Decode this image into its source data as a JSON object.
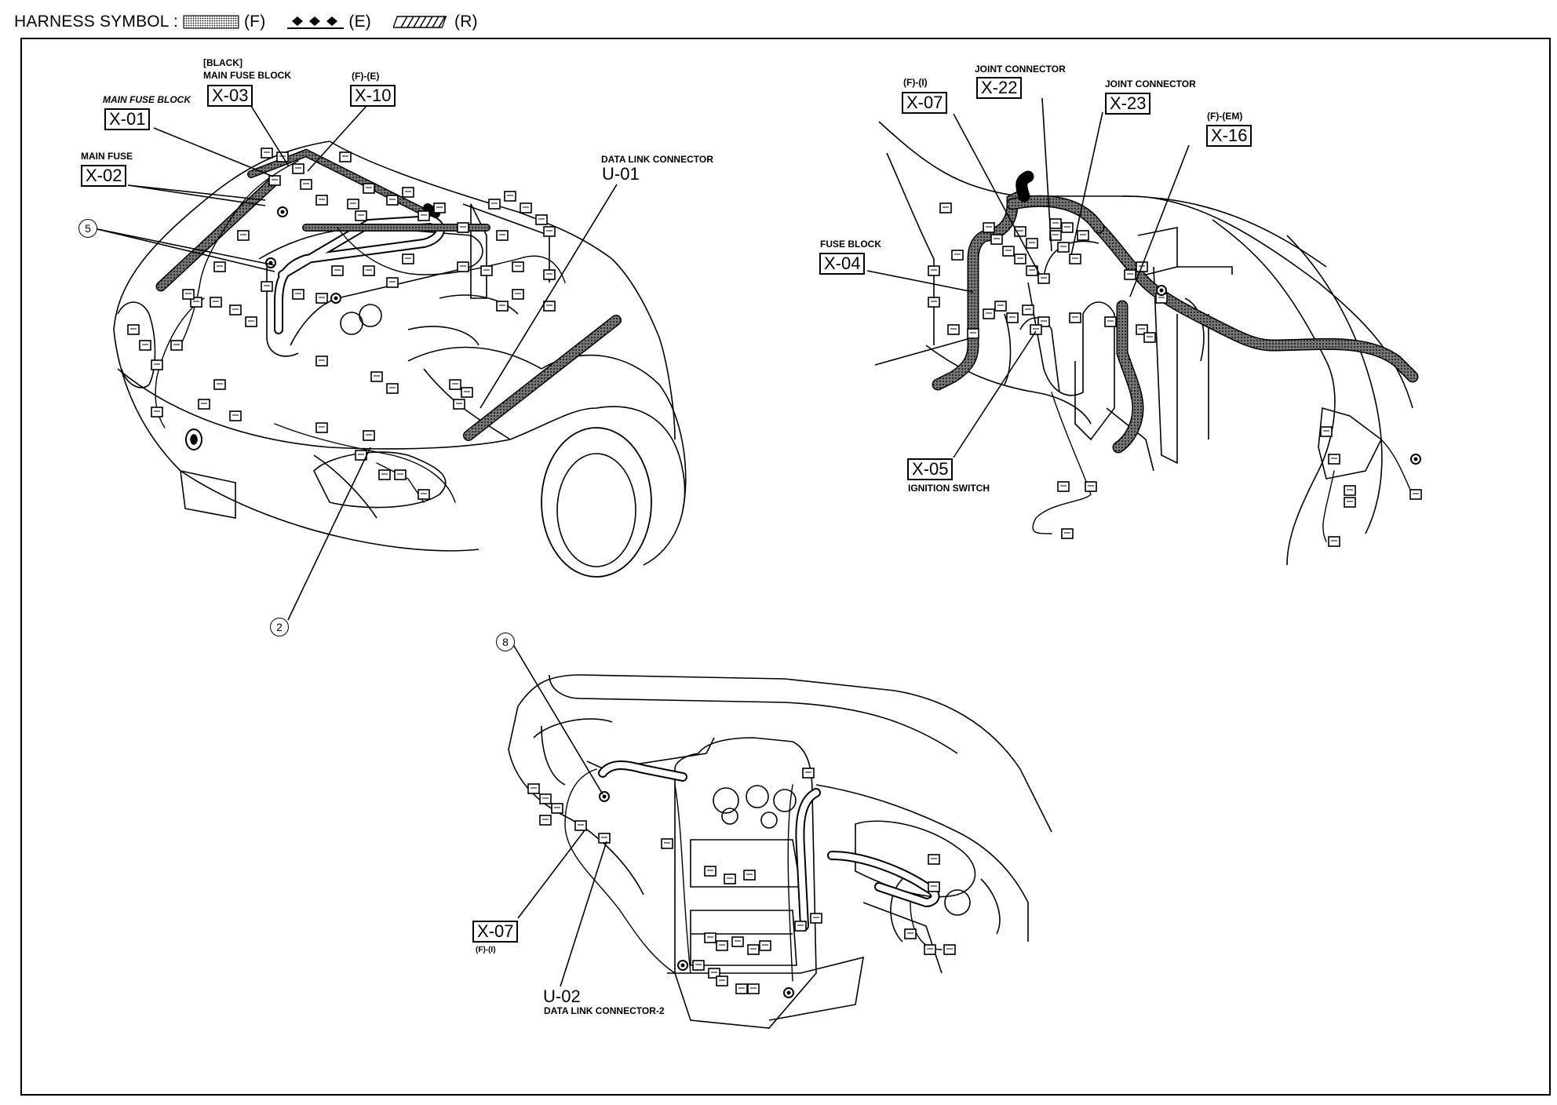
{
  "legend": {
    "title": "HARNESS SYMBOL :",
    "f_code": "(F)",
    "e_code": "(E)",
    "r_code": "(R)"
  },
  "front_view": {
    "x01": {
      "title": "MAIN FUSE BLOCK",
      "code": "X-01"
    },
    "x02": {
      "title": "MAIN FUSE",
      "code": "X-02"
    },
    "x03": {
      "title1": "[BLACK]",
      "title2": "MAIN FUSE BLOCK",
      "code": "X-03"
    },
    "x10": {
      "title": "(F)-(E)",
      "code": "X-10"
    },
    "u01": {
      "title": "DATA LINK CONNECTOR",
      "code": "U-01"
    },
    "ref5": "5",
    "ref2": "2"
  },
  "interior_view": {
    "x07": {
      "title": "(F)-(I)",
      "code": "X-07"
    },
    "x22": {
      "title": "JOINT CONNECTOR",
      "code": "X-22"
    },
    "x23": {
      "title": "JOINT CONNECTOR",
      "code": "X-23"
    },
    "x16": {
      "title": "(F)-(EM)",
      "code": "X-16"
    },
    "x04": {
      "title": "FUSE BLOCK",
      "code": "X-04"
    },
    "x05": {
      "code": "X-05",
      "title": "IGNITION SWITCH"
    }
  },
  "dash_view": {
    "ref8": "8",
    "x07": {
      "code": "X-07",
      "title": "(F)-(I)"
    },
    "u02": {
      "code": "U-02",
      "title": "DATA LINK CONNECTOR-2"
    }
  }
}
